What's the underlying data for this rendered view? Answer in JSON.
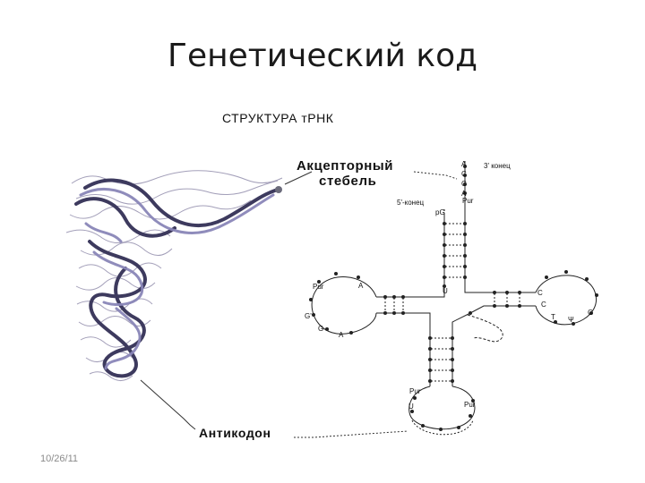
{
  "slide": {
    "title": "Генетический код",
    "date": "10/26/11"
  },
  "figure": {
    "heading": "СТРУКТУРА тРНК",
    "acceptor_label_line1": "Акцепторный",
    "acceptor_label_line2": "стебель",
    "anticodon_label": "Антикодон",
    "three_prime_end": "3' конец",
    "five_prime_end": "5'-конец",
    "acceptor_seq": [
      "A",
      "C",
      "C",
      "A"
    ],
    "pur_top": "Pur",
    "pg": "pG",
    "u_mid": "U",
    "pur_left": "Pur",
    "a_left": "A",
    "g_prime": "G'",
    "g_left": "G",
    "a_bottom": "A",
    "c_right_top": "C",
    "c_right_mid": "C",
    "c_right_bottom": "C",
    "t_right": "T",
    "psi_right": "Ψ",
    "pur_ac_left": "Pur",
    "pur_ac_right": "Pur",
    "u_ac": "U"
  }
}
